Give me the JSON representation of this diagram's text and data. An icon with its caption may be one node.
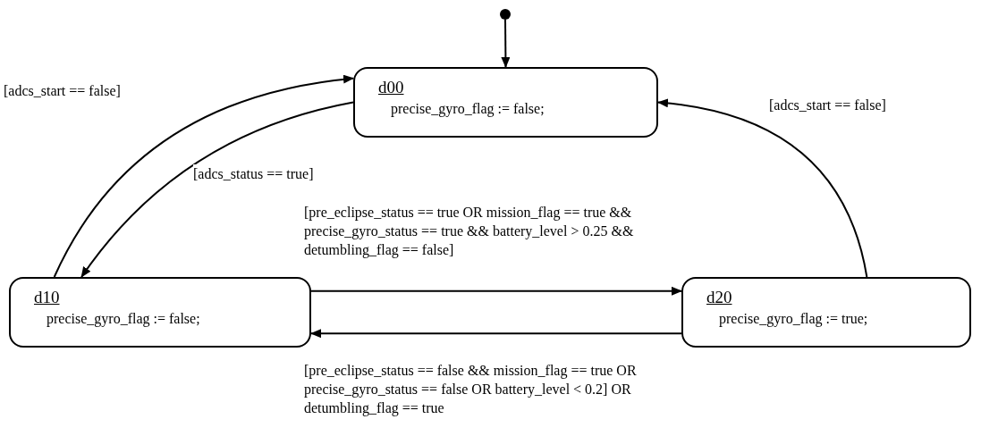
{
  "diagram": {
    "nodes": [
      {
        "text": [],
        "shape": "circle"
      },
      {
        "text": [
          "d00",
          "precise_gyro_flag := false;"
        ]
      },
      {
        "text": [
          "d10",
          "precise_gyro_flag := false;"
        ]
      },
      {
        "text": [
          "d20",
          "precise_gyro_flag := true;"
        ]
      }
    ],
    "edges": [
      {
        "from": 0,
        "to": 1,
        "arrow": "to"
      },
      {
        "from": 2,
        "to": 1,
        "arrow": "to",
        "label": "[adcs_start == false]"
      },
      {
        "from": 1,
        "to": 2,
        "arrow": "to",
        "label": "[adcs_status == true]"
      },
      {
        "from": 2,
        "to": 3,
        "arrow": "to",
        "label": "[pre_eclipse_status == true OR mission_flag == true && precise_gyro_status == true && battery_level > 0.25 && detumbling_flag == false]"
      },
      {
        "from": 3,
        "to": 2,
        "arrow": "to",
        "label": "[pre_eclipse_status == false && mission_flag == true OR precise_gyro_status == false OR battery_level < 0.2] OR detumbling_flag == true"
      },
      {
        "from": 3,
        "to": 1,
        "arrow": "to",
        "label": "[adcs_start == false]"
      }
    ]
  }
}
